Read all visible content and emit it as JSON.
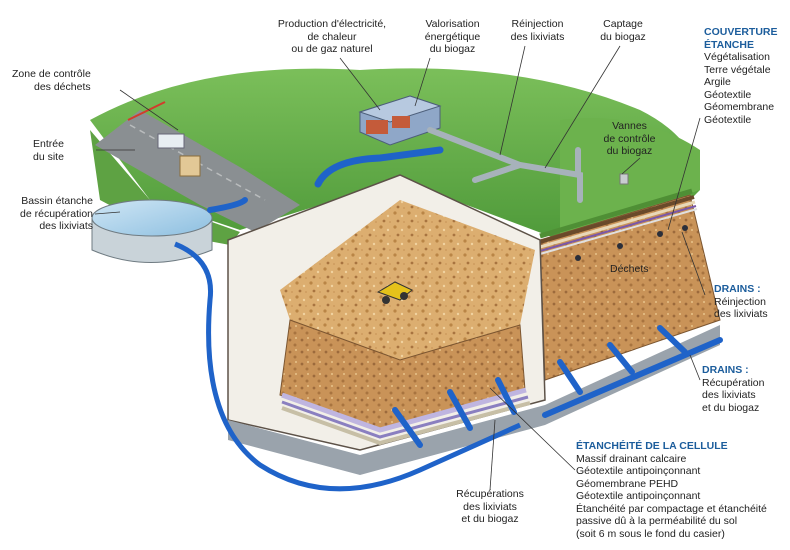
{
  "labels": {
    "production": [
      "Production d'électricité,",
      "de chaleur",
      "ou de gaz naturel"
    ],
    "valorisation": [
      "Valorisation",
      "énergétique",
      "du biogaz"
    ],
    "reinjection_top": [
      "Réinjection",
      "des lixiviats"
    ],
    "captage": [
      "Captage",
      "du biogaz"
    ],
    "zone_controle": [
      "Zone de contrôle",
      "des déchets"
    ],
    "entree": [
      "Entrée",
      "du site"
    ],
    "bassin": [
      "Bassin étanche",
      "de récupération",
      "des lixiviats"
    ],
    "vannes": [
      "Vannes",
      "de contrôle",
      "du biogaz"
    ],
    "dechets": "Déchets",
    "couverture_title": [
      "COUVERTURE",
      "ÉTANCHE"
    ],
    "couverture_items": [
      "Végétalisation",
      "Terre végétale",
      "Argile",
      "Géotextile",
      "Géomembrane",
      "Géotextile"
    ],
    "drains1_title": "DRAINS :",
    "drains1_items": [
      "Réinjection",
      "des lixiviats"
    ],
    "drains2_title": "DRAINS :",
    "drains2_items": [
      "Récupération",
      "des lixiviats",
      "et du biogaz"
    ],
    "etancheite_title": "ÉTANCHÉITÉ DE LA CELLULE",
    "etancheite_items": [
      "Massif drainant calcaire",
      "Géotextile antipoinçonnant",
      "Géomembrane PEHD",
      "Géotextile antipoinçonnant",
      "Étanchéité par compactage et étanchéité",
      "passive dû à la perméabilité du sol",
      "(soit 6 m sous le fond du casier)"
    ],
    "recuperations": [
      "Récupérations",
      "des lixiviats",
      "et du biogaz"
    ]
  },
  "colors": {
    "heading": "#1c5d9c",
    "grass": "#5fa544",
    "pipe": "#1f63c9",
    "waste": "#d9a868",
    "soil": "#9c6a3c"
  }
}
